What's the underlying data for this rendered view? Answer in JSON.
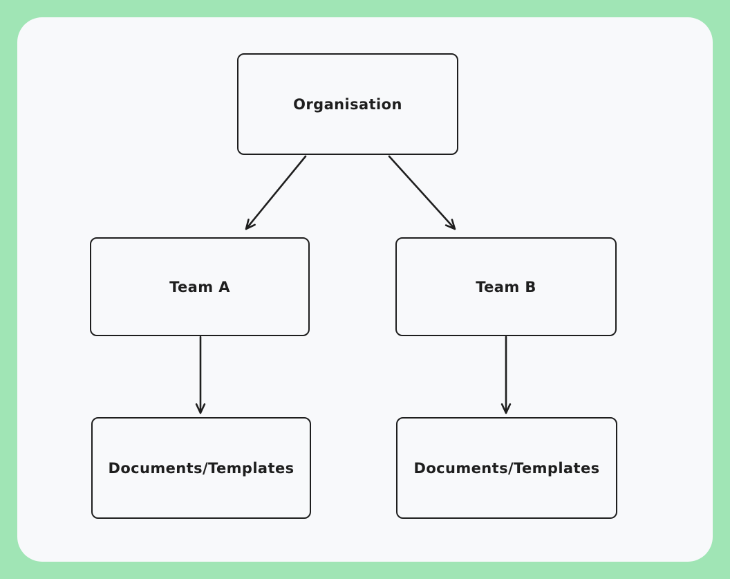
{
  "diagram": {
    "type": "org-chart",
    "colors": {
      "outer_background": "#a0e5b5",
      "canvas_background": "#f8f9fb",
      "stroke": "#1e1e1e"
    },
    "nodes": [
      {
        "id": "organisation",
        "label": "Organisation"
      },
      {
        "id": "team-a",
        "label": "Team A"
      },
      {
        "id": "team-b",
        "label": "Team B"
      },
      {
        "id": "docs-a",
        "label": "Documents/Templates"
      },
      {
        "id": "docs-b",
        "label": "Documents/Templates"
      }
    ],
    "edges": [
      {
        "from": "organisation",
        "to": "team-a",
        "style": "arrow"
      },
      {
        "from": "organisation",
        "to": "team-b",
        "style": "arrow"
      },
      {
        "from": "team-a",
        "to": "docs-a",
        "style": "arrow"
      },
      {
        "from": "team-b",
        "to": "docs-b",
        "style": "arrow"
      }
    ]
  }
}
